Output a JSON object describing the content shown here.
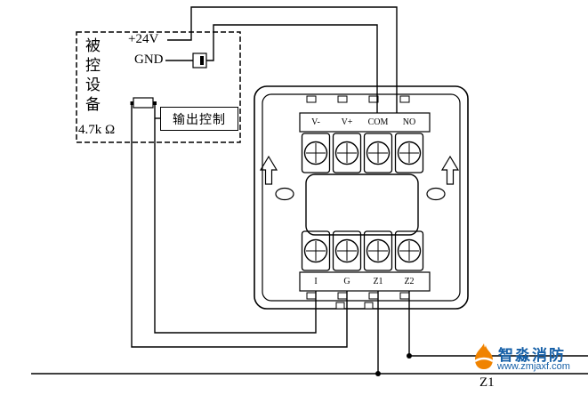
{
  "diagram": {
    "device_box": {
      "name_vertical": "被控设备",
      "power_label": "+24V",
      "ground_label": "GND",
      "output_control": "输出控制",
      "resistor": "4.7k Ω"
    },
    "module": {
      "top_terminals": [
        "V-",
        "V+",
        "COM",
        "NO"
      ],
      "bottom_terminals": [
        "I",
        "G",
        "Z1",
        "Z2"
      ]
    },
    "bus_label": "Z1"
  },
  "watermark": {
    "brand": "智淼消防",
    "url": "www.zmjaxf.com",
    "brand_color": "#1660a8",
    "flame_color": "#f08300"
  },
  "colors": {
    "line": "#000000",
    "background": "#ffffff"
  }
}
